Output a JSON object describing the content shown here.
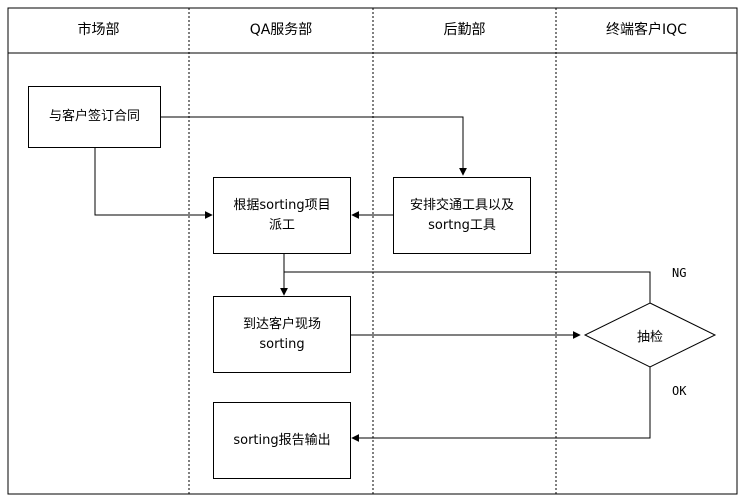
{
  "lanes": [
    "市场部",
    "QA服务部",
    "后勤部",
    "终端客户IQC"
  ],
  "nodes": {
    "contract": {
      "line1": "与客户签订合同"
    },
    "dispatch": {
      "line1": "根据sorting项目",
      "line2": "派工"
    },
    "logistics": {
      "line1": "安排交通工具以及",
      "line2": "sortng工具"
    },
    "arrive": {
      "line1": "到达客户现场",
      "line2": "sorting"
    },
    "inspect": {
      "label": "抽检"
    },
    "report": {
      "line1": "sorting报告输出"
    }
  },
  "edge_labels": {
    "ng": "NG",
    "ok": "OK"
  }
}
